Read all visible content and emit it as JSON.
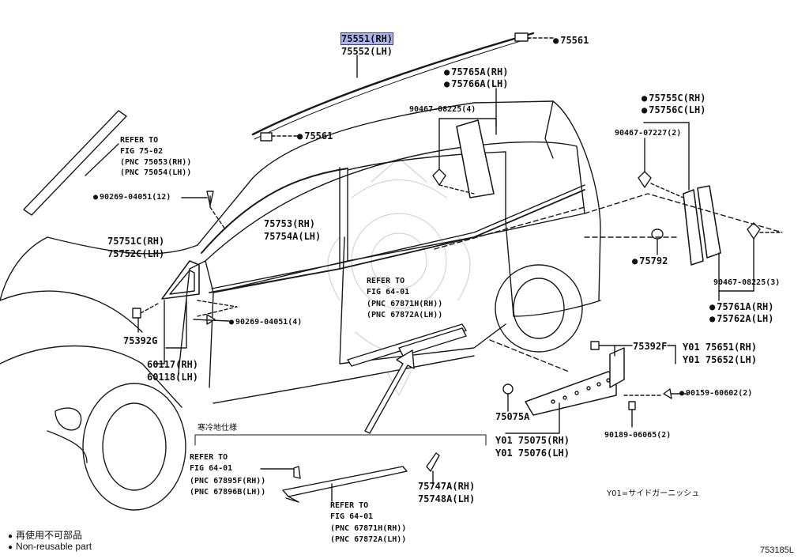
{
  "main_part": {
    "rh": "75551(RH)",
    "lh": "75552(LH)"
  },
  "parts": {
    "p75561_top": "75561",
    "p75561_mid": "75561",
    "p75765": "75765A(RH)",
    "p75766": "75766A(LH)",
    "p90467_a": "90467-08225(4)",
    "p75755": "75755C(RH)",
    "p75756": "75756C(LH)",
    "p90467_b": "90467-07227(2)",
    "p90269_a": "90269-04051(12)",
    "p75753": "75753(RH)",
    "p75754": "75754A(LH)",
    "p75751": "75751C(RH)",
    "p75752": "75752C(LH)",
    "p75792": "75792",
    "p90467_c": "90467-08225(3)",
    "p75761": "75761A(RH)",
    "p75762": "75762A(LH)",
    "p90269_b": "90269-04051(4)",
    "p75392_a": "75392G",
    "p60117": "60117(RH)",
    "p60118": "60118(LH)",
    "p75392_b": "75392F",
    "p75651": "Y01 75651(RH)",
    "p75652": "Y01 75652(LH)",
    "p90159": "90159-60602(2)",
    "p75075": "75075A",
    "p75075_rh": "Y01 75075(RH)",
    "p75076_lh": "Y01 75076(LH)",
    "p90189": "90189-06065(2)",
    "p75747": "75747A(RH)",
    "p75748": "75748A(LH)"
  },
  "refs": {
    "fig75": [
      "REFER TO",
      "FIG 75-02",
      "(PNC 75053(RH))",
      "(PNC 75054(LH))"
    ],
    "fig64_a": [
      "REFER TO",
      "FIG 64-01",
      "(PNC 67871H(RH))",
      "(PNC 67872A(LH))"
    ],
    "fig64_b": [
      "REFER TO",
      "FIG 64-01",
      "(PNC 67895F(RH))",
      "(PNC 67896B(LH))"
    ],
    "fig64_c": [
      "REFER TO",
      "FIG 64-01",
      "(PNC 67871H(RH))",
      "(PNC 67872A(LH))"
    ]
  },
  "cold_spec_label": "寒冷地仕様",
  "y01_note": "Y01=サイドガーニッシュ",
  "legend": {
    "jp": "再使用不可部品",
    "en": "Non-reusable part"
  },
  "diagram_code": "753185L"
}
